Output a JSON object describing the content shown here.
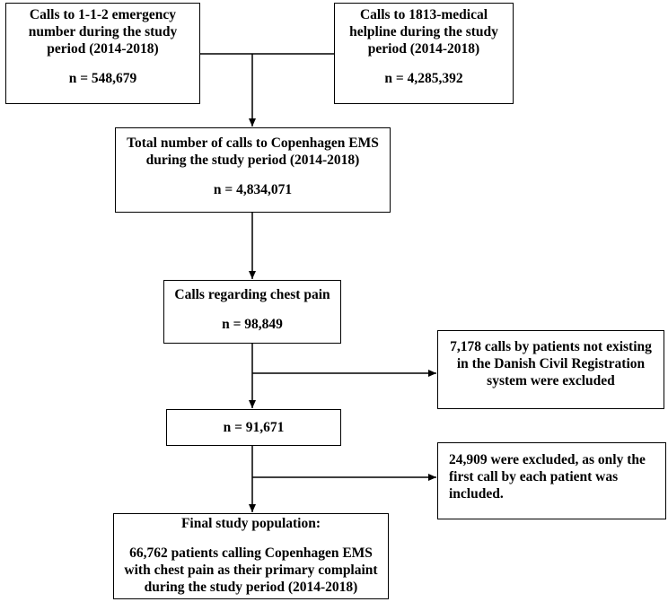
{
  "boxes": {
    "emergency": {
      "text": "Calls to 1-1-2 emergency number during the study period (2014-2018)",
      "count": "n = 548,679"
    },
    "helpline": {
      "text": "Calls to 1813-medical helpline during the study period (2014-2018)",
      "count": "n = 4,285,392"
    },
    "total": {
      "text": "Total number of calls to Copenhagen EMS during the study period (2014-2018)",
      "count": "n = 4,834,071"
    },
    "chest_pain": {
      "text": "Calls regarding chest pain",
      "count": "n = 98,849"
    },
    "excluded_registry": {
      "text": "7,178 calls by patients not existing in the Danish Civil Registration system were excluded"
    },
    "after_registry": {
      "count": "n = 91,671"
    },
    "excluded_repeat": {
      "text": "24,909 were excluded, as only the first call by each patient was included."
    },
    "final": {
      "title": "Final study population:",
      "text": "66,762 patients calling Copenhagen EMS with chest pain as their primary complaint during the study period (2014-2018)"
    }
  }
}
